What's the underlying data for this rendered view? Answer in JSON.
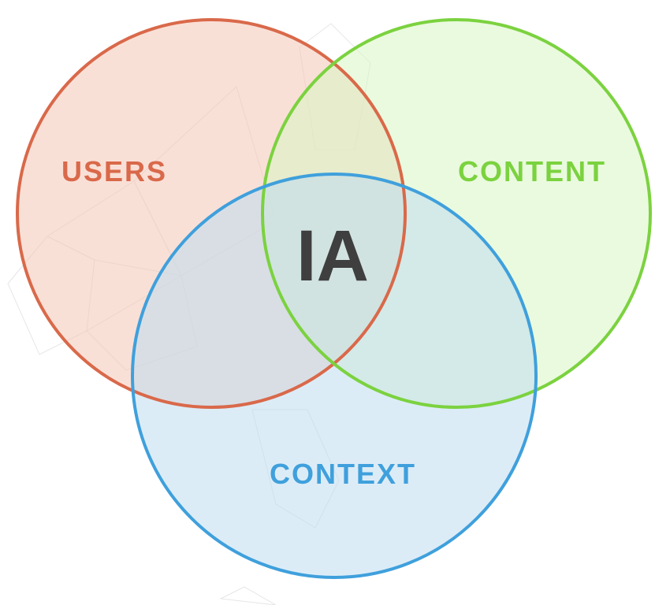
{
  "diagram": {
    "sets": [
      {
        "id": "users",
        "label": "USERS",
        "color": "#D9694A",
        "fill": "#F4C7B6"
      },
      {
        "id": "content",
        "label": "CONTENT",
        "color": "#7BD23F",
        "fill": "#D8F5C2"
      },
      {
        "id": "context",
        "label": "CONTEXT",
        "color": "#3FA0DC",
        "fill": "#BFDDF1"
      }
    ],
    "intersection": {
      "label": "IA",
      "color": "#3F3F3F"
    }
  }
}
